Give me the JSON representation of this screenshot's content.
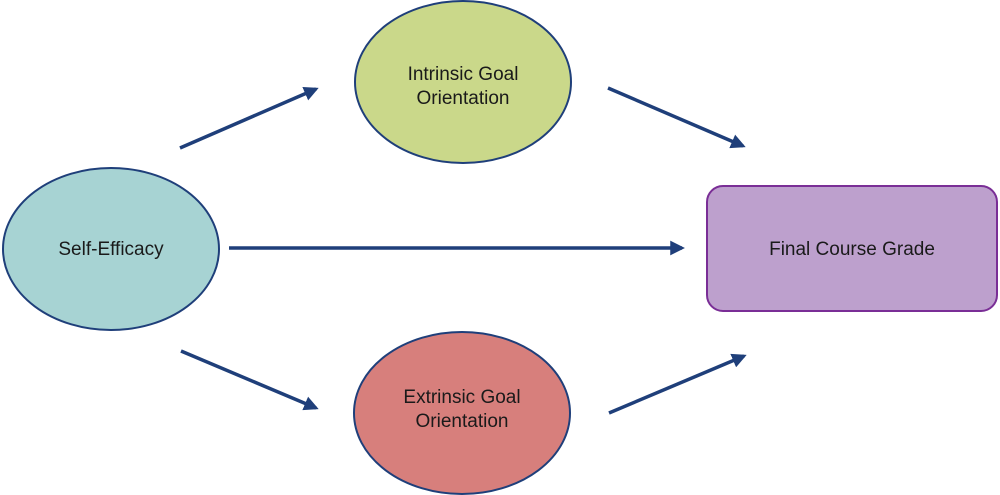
{
  "nodes": {
    "self_efficacy": {
      "label": "Self-Efficacy",
      "fill": "#a7d3d3",
      "stroke": "#1f3f7a"
    },
    "intrinsic": {
      "line1": "Intrinsic Goal",
      "line2": "Orientation",
      "fill": "#cad88a",
      "stroke": "#1f3f7a"
    },
    "extrinsic": {
      "line1": "Extrinsic Goal",
      "line2": "Orientation",
      "fill": "#d77f7c",
      "stroke": "#1f3f7a"
    },
    "final_grade": {
      "label": "Final Course Grade",
      "fill": "#bda0cd",
      "stroke": "#7a2e96"
    }
  },
  "arrow_color": "#1f3f7a"
}
